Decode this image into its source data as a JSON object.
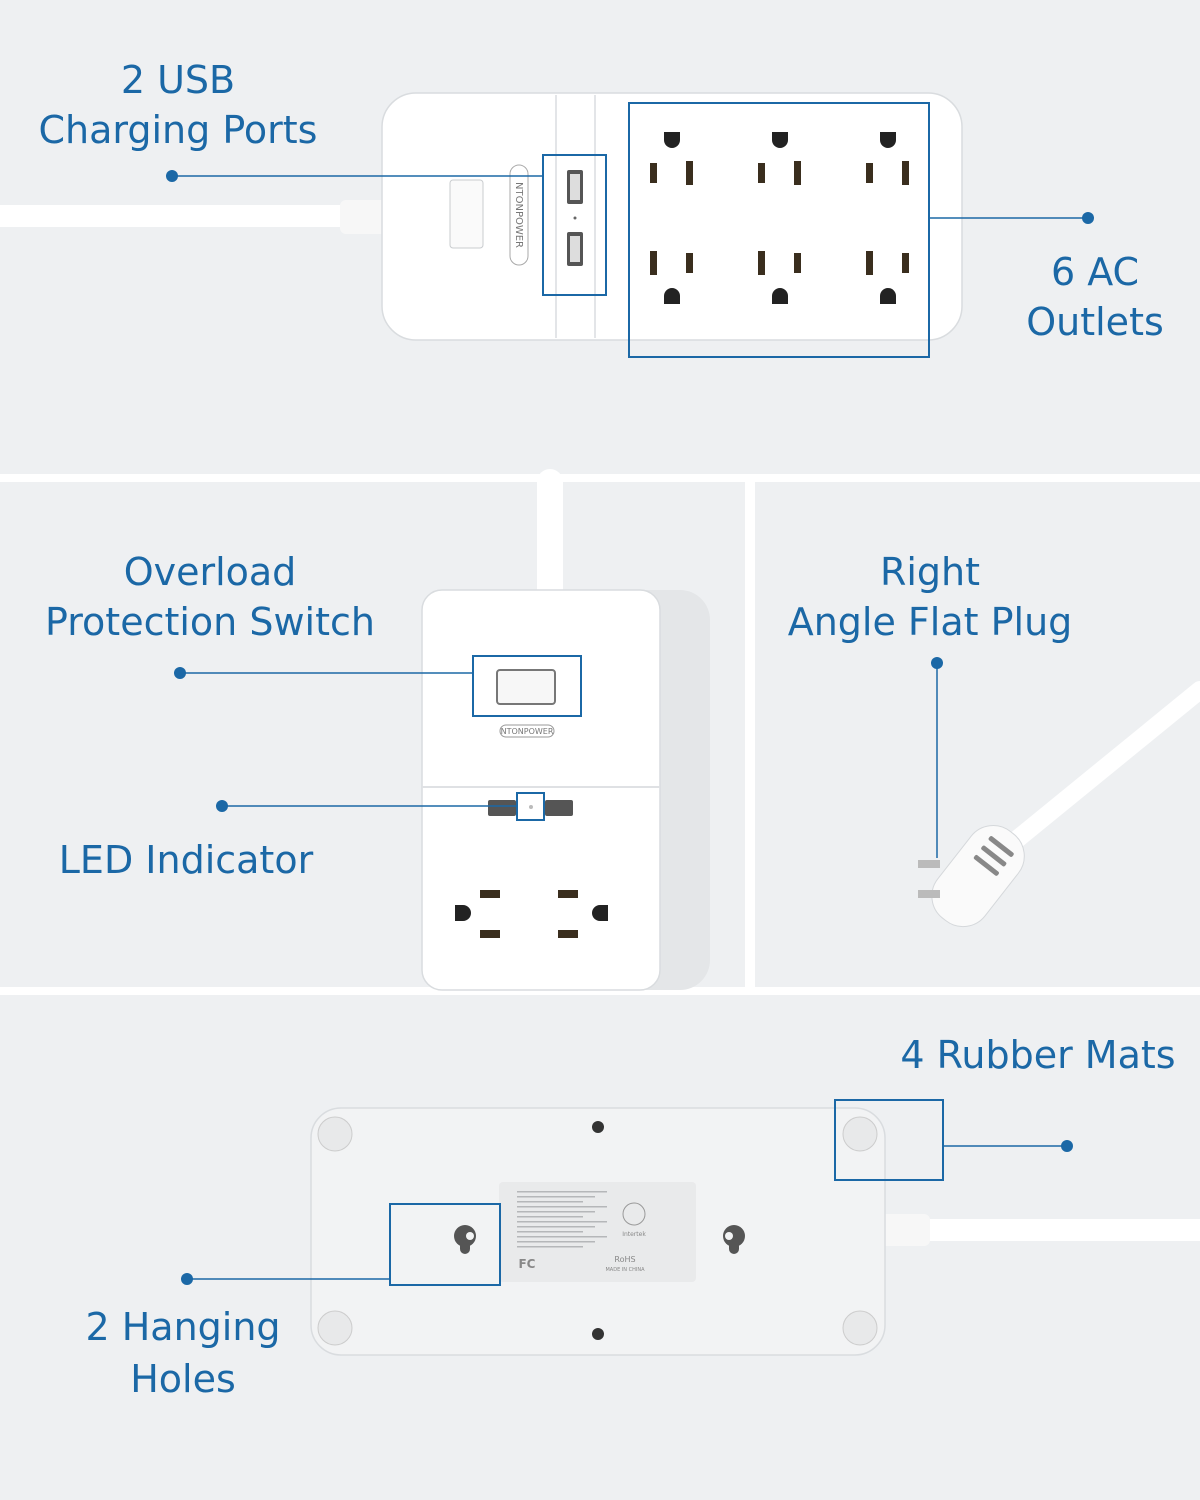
{
  "panels": {
    "top": {
      "usb_label": [
        "2 USB",
        "Charging Ports"
      ],
      "ac_label": [
        "6 AC",
        "Outlets"
      ],
      "brand": "NTONPOWER"
    },
    "middle_left": {
      "switch_label": [
        "Overload",
        "Protection Switch"
      ],
      "led_label": "LED Indicator",
      "brand": "NTONPOWER"
    },
    "middle_right": {
      "plug_label": [
        "Right",
        "Angle Flat Plug"
      ]
    },
    "bottom": {
      "mats_label": "4 Rubber Mats",
      "holes_label": [
        "2 Hanging",
        "Holes"
      ],
      "rating_label": {
        "certs": [
          "FC",
          "RoHS",
          "MADE IN CHINA",
          "Intertek"
        ]
      }
    }
  },
  "colors": {
    "accent": "#1b68a6",
    "background": "#eef0f2",
    "product": "#ffffff"
  }
}
